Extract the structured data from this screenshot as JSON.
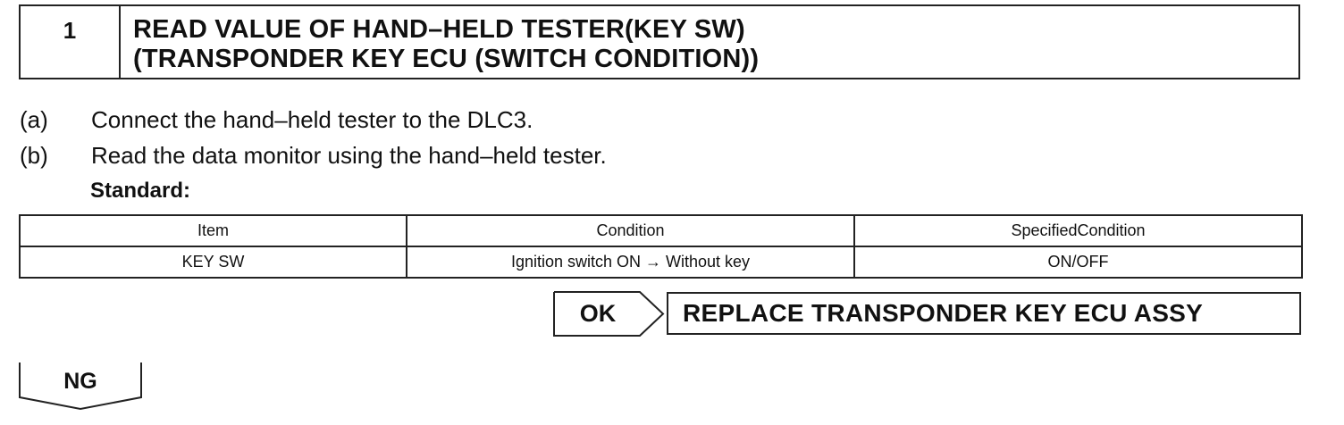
{
  "step": {
    "number": "1",
    "title_line1": "READ VALUE OF HAND–HELD TESTER(KEY SW)",
    "title_line2": "(TRANSPONDER KEY ECU (SWITCH CONDITION))"
  },
  "instructions": [
    {
      "label": "(a)",
      "text": "Connect the hand–held tester to the DLC3."
    },
    {
      "label": "(b)",
      "text": "Read the data monitor using the hand–held tester."
    }
  ],
  "standard_label": "Standard:",
  "table": {
    "headers": [
      "Item",
      "Condition",
      "SpecifiedCondition"
    ],
    "rows": [
      [
        "KEY SW",
        "Ignition switch ON  → Without key",
        "ON/OFF"
      ]
    ]
  },
  "ok": {
    "label": "OK",
    "result": "REPLACE TRANSPONDER KEY ECU ASSY"
  },
  "ng": {
    "label": "NG"
  }
}
